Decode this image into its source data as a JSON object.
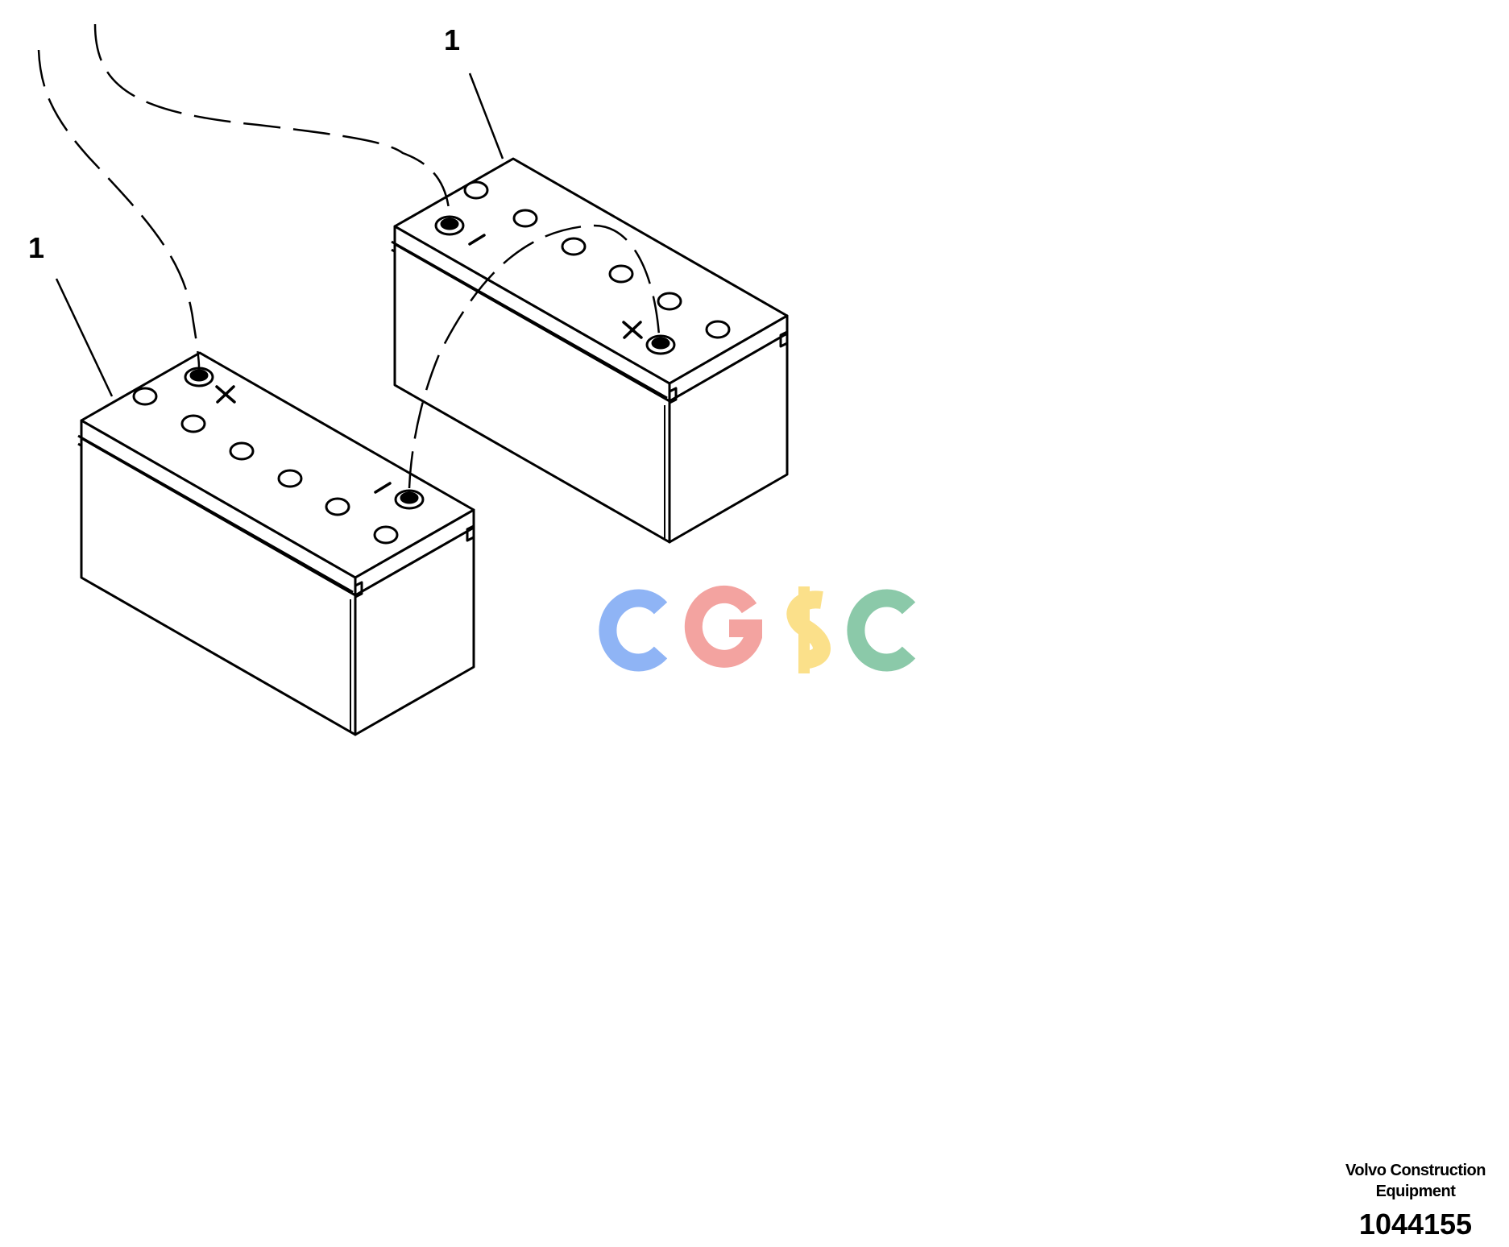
{
  "callouts": [
    {
      "id": "battery-top",
      "label": "1"
    },
    {
      "id": "battery-bottom",
      "label": "1"
    }
  ],
  "terminals": {
    "plus": "+",
    "minus": "−"
  },
  "watermark": {
    "text": "CGSC",
    "colors": [
      "#8fb4f5",
      "#f3a3a0",
      "#fbe08a",
      "#8bc9a9"
    ]
  },
  "footer": {
    "company_line1": "Volvo Construction",
    "company_line2": "Equipment",
    "figure_number": "1044155"
  },
  "colors": {
    "line": "#000000",
    "background": "#ffffff"
  }
}
